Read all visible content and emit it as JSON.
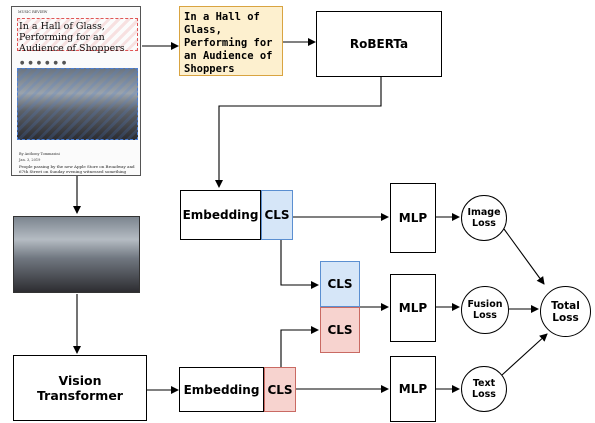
{
  "article": {
    "section": "MUSIC REVIEW",
    "headline": "In a Hall of Glass, Performing for an Audience of Shoppers",
    "byline": "By Anthony Tommasini",
    "date": "Jan. 3, 2019",
    "body": "People passing by the new Apple Store on Broadway and 67th Street on Sunday evening witnessed something unusual happening"
  },
  "caption_text": "In a Hall of Glass, Performing for an Audience of Shoppers",
  "nodes": {
    "roberta": "RoBERTa",
    "vision_transformer": "Vision Transformer",
    "embedding_top": "Embedding",
    "cls_top": "CLS",
    "embedding_bottom": "Embedding",
    "cls_bottom": "CLS",
    "cls_fusion_top": "CLS",
    "cls_fusion_bottom": "CLS",
    "mlp_image": "MLP",
    "mlp_fusion": "MLP",
    "mlp_text": "MLP",
    "image_loss": "Image Loss",
    "fusion_loss": "Fusion Loss",
    "text_loss": "Text Loss",
    "total_loss": "Total Loss"
  },
  "colors": {
    "cls_blue": "#d6e6f8",
    "cls_red": "#f7d3cf",
    "caption_fill": "#fdf0cf",
    "caption_border": "#d9a441",
    "text_highlight": "#e05555",
    "image_highlight": "#4a7fd6"
  }
}
